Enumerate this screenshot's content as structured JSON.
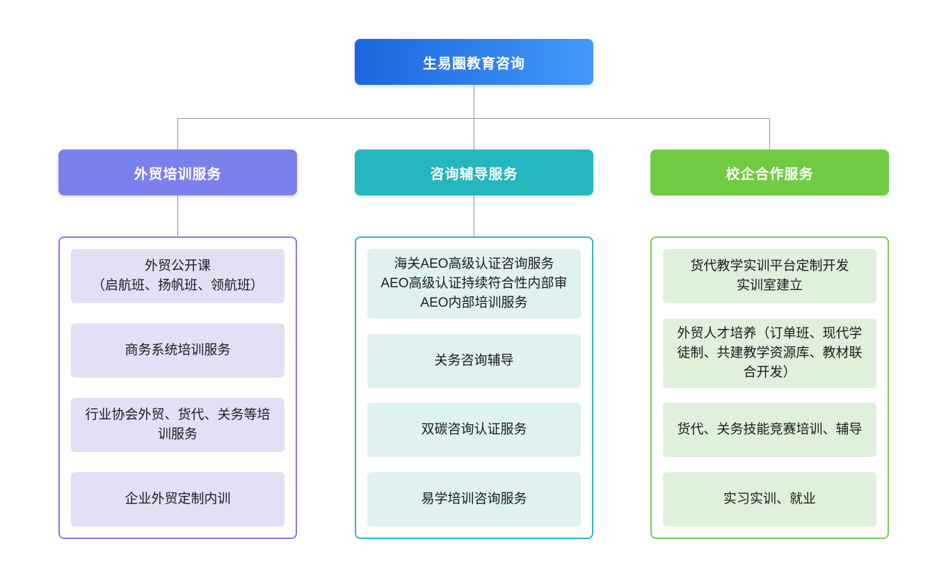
{
  "root": {
    "label": "生易圈教育咨询",
    "gradient_start": "#1B66DE",
    "gradient_end": "#4399F8"
  },
  "connector_color": "#8D939C",
  "branches": [
    {
      "label": "外贸培训服务",
      "header_color": "#7B80ED",
      "border_color": "#7C7CEF",
      "item_bg": "#E2E0F5",
      "items": [
        [
          "外贸公开课",
          "（启航班、扬帆班、领航班）"
        ],
        "商务系统培训服务",
        "行业协会外贸、货代、关务等培训服务",
        "企业外贸定制内训"
      ]
    },
    {
      "label": "咨询辅导服务",
      "header_color": "#26B6BD",
      "border_color": "#2AB8BE",
      "item_bg": "#DFF1F0",
      "items": [
        [
          "海关AEO高级认证咨询服务",
          "AEO高级认证持续符合性内部审",
          "AEO内部培训服务"
        ],
        "关务咨询辅导",
        "双碳咨询认证服务",
        "易学培训咨询服务"
      ]
    },
    {
      "label": "校企合作服务",
      "header_color": "#70CB43",
      "border_color": "#77CB4B",
      "item_bg": "#DFF0DB",
      "items": [
        [
          "货代教学实训平台定制开发",
          "实训室建立"
        ],
        "外贸人才培养（订单班、现代学徒制、共建教学资源库、教材联合开发）",
        "货代、关务技能竞赛培训、辅导",
        "实习实训、就业"
      ]
    }
  ]
}
